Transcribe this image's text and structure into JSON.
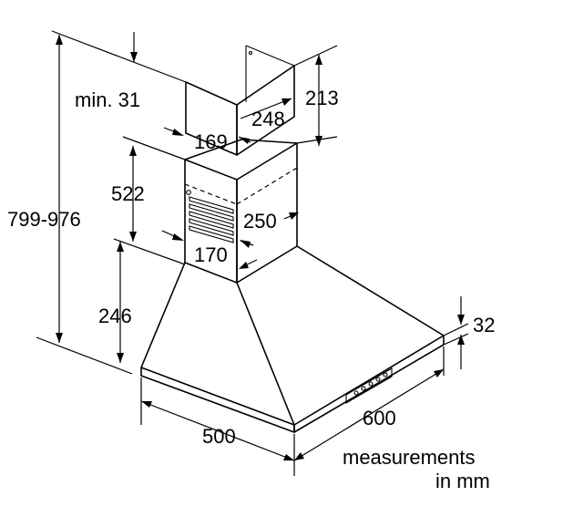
{
  "dimensions": {
    "min_top": "min. 31",
    "height_total": "799-976",
    "chimney_upper_height": "213",
    "chimney_upper_depth": "248",
    "chimney_upper_width": "169",
    "chimney_lower_height": "522",
    "chimney_lower_depth": "250",
    "chimney_lower_width": "170",
    "canopy_height": "246",
    "canopy_edge": "32",
    "depth": "500",
    "width": "600"
  },
  "note": {
    "line1": "measurements",
    "line2": "in mm"
  }
}
